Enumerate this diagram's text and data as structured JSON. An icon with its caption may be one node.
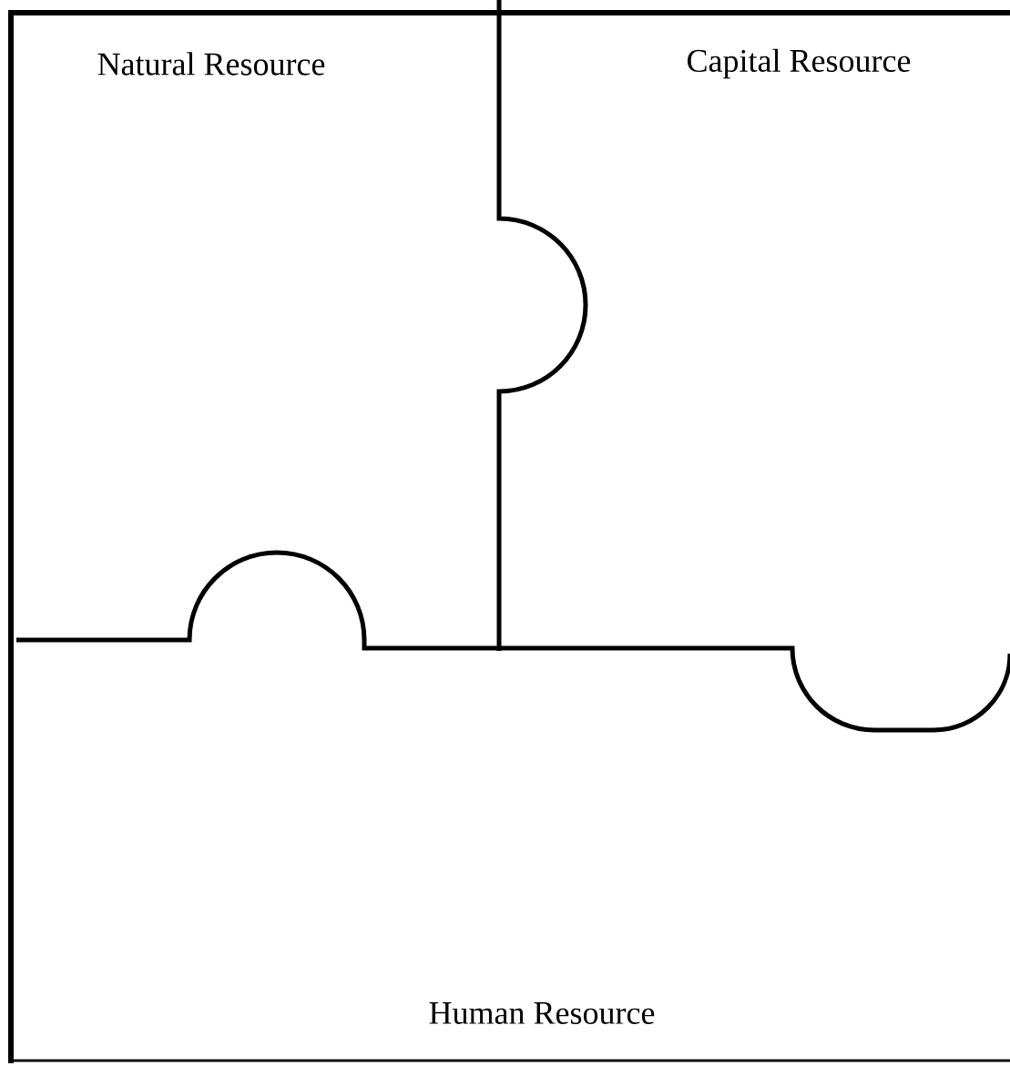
{
  "diagram": {
    "nodes": [
      {
        "text": [
          "Natural Resource"
        ]
      },
      {
        "text": [
          "Capital Resource"
        ]
      },
      {
        "text": [
          "Human Resource"
        ]
      }
    ]
  }
}
